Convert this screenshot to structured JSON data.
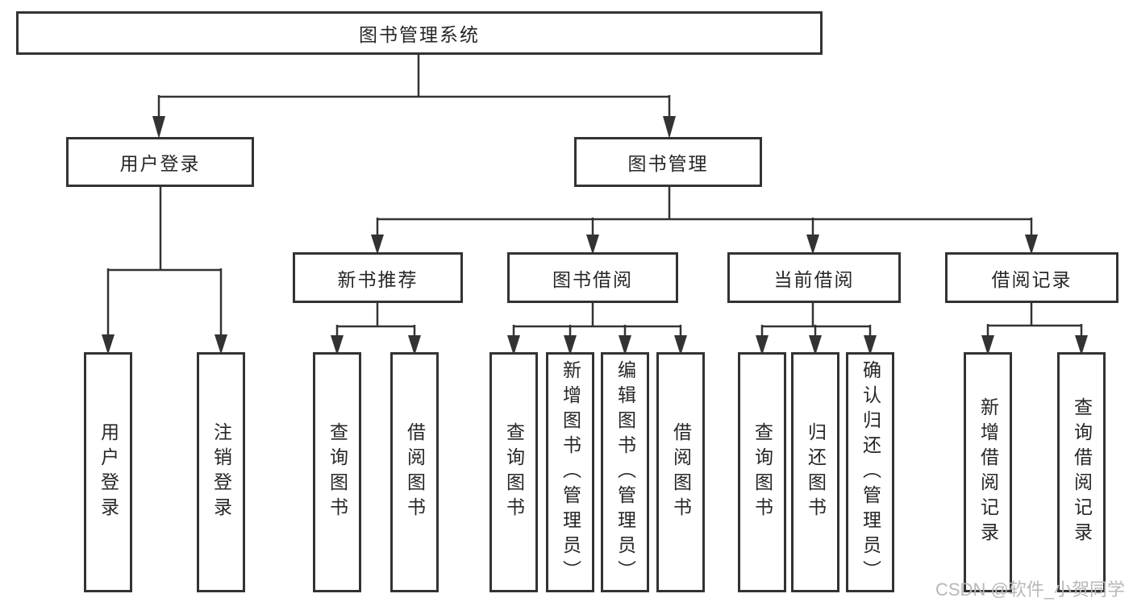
{
  "diagram": {
    "root": {
      "label": "图书管理系统"
    },
    "level2": {
      "user_login": {
        "label": "用户登录"
      },
      "book_management": {
        "label": "图书管理"
      }
    },
    "level3": {
      "new_book": {
        "label": "新书推荐"
      },
      "book_borrow": {
        "label": "图书借阅"
      },
      "current_borrow": {
        "label": "当前借阅"
      },
      "borrow_record": {
        "label": "借阅记录"
      }
    },
    "leaves": {
      "user_login": [
        "用户登录",
        "注销登录"
      ],
      "new_book": [
        "查询图书",
        "借阅图书"
      ],
      "book_borrow": [
        "查询图书",
        "新增图书（管理员）",
        "编辑图书（管理员）",
        "借阅图书"
      ],
      "current_borrow": [
        "查询图书",
        "归还图书",
        "确认归还（管理员）"
      ],
      "borrow_record": [
        "新增借阅记录",
        "查询借阅记录"
      ]
    }
  },
  "watermark": {
    "text": "CSDN @软件_小贺同学"
  },
  "colors": {
    "line": "#333333",
    "border": "#333333",
    "text": "#262626",
    "watermark": "#b8b8b8",
    "background": "#ffffff"
  }
}
